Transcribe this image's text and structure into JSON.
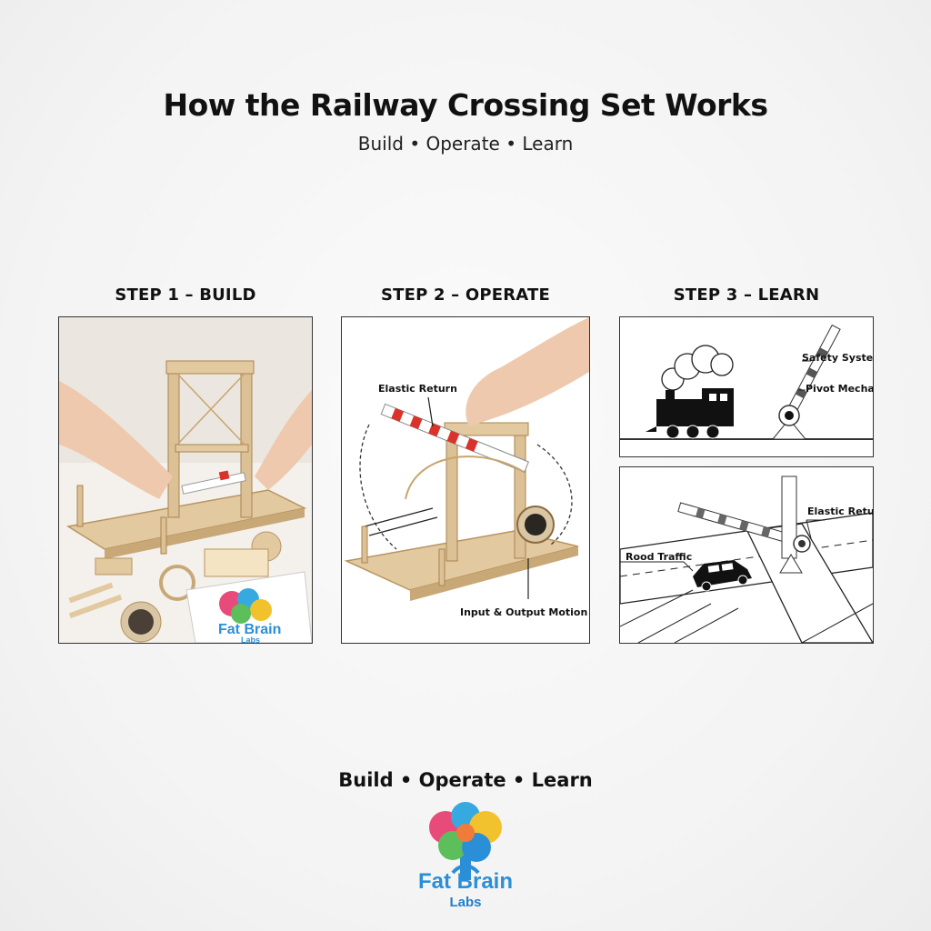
{
  "header": {
    "title": "How the Railway Crossing Set Works",
    "subtitle": "Build • Operate • Learn"
  },
  "steps": [
    {
      "label": "STEP 1 – BUILD",
      "box_brand": "Fat Brain",
      "box_brand_sub": "Labs"
    },
    {
      "label": "STEP 2 – OPERATE",
      "callouts": {
        "elastic": "Elastic Return",
        "motion": "Input & Output Motion"
      }
    },
    {
      "label": "STEP 3 – LEARN",
      "callouts": {
        "safety": "Safety System",
        "pivot": "Pivot Mechanic",
        "elastic": "Elastic Return",
        "traffic": "Rood Traffic"
      }
    }
  ],
  "footer": {
    "tagline": "Build • Operate • Learn",
    "brand_name": "Fat Brain",
    "brand_sub": "Labs"
  },
  "colors": {
    "wood": "#e2c9a0",
    "wood_dark": "#b8945f",
    "barrier_red": "#d9332b",
    "brand_blue": "#2b8fd8"
  }
}
